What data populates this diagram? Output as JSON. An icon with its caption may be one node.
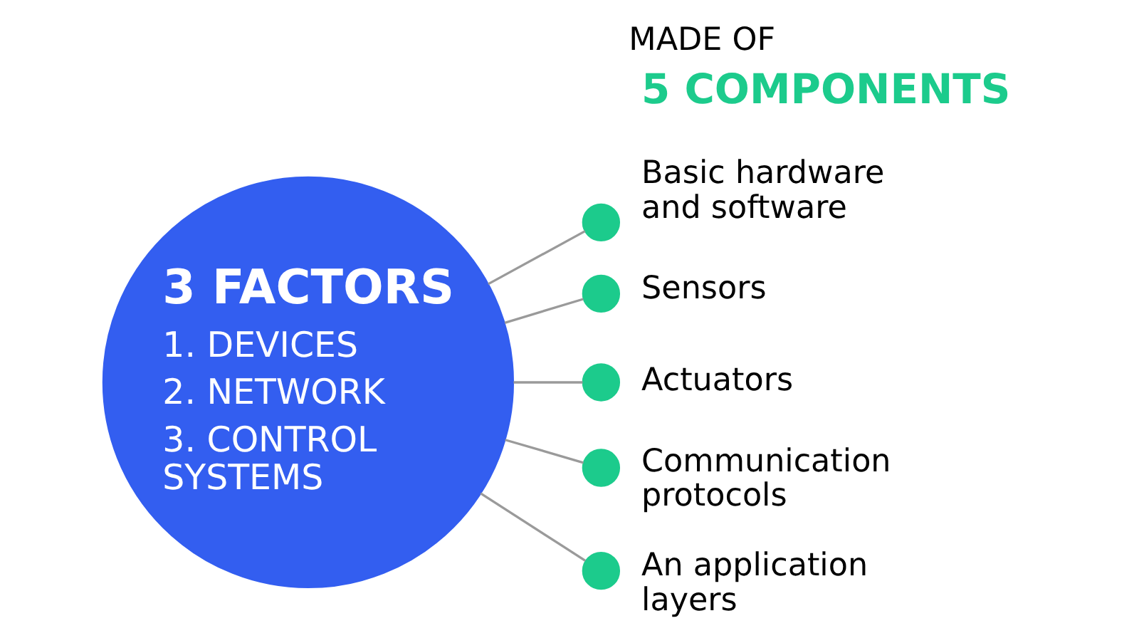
{
  "diagram": {
    "title": "MADE OF",
    "nodes": [
      {
        "text": [
          "3 FACTORS",
          "1. DEVICES",
          "2. NETWORK",
          "3. CONTROL SYSTEMS"
        ]
      },
      {
        "text": [],
        "shape": "circle",
        "beside": [
          "Basic hardware and software"
        ]
      },
      {
        "text": [],
        "shape": "circle",
        "beside": [
          "Sensors"
        ]
      },
      {
        "text": [],
        "shape": "circle",
        "beside": [
          "Actuators"
        ]
      },
      {
        "text": [],
        "shape": "circle",
        "beside": [
          "Communication protocols"
        ]
      },
      {
        "text": [],
        "shape": "circle",
        "beside": [
          "An application layers"
        ]
      }
    ],
    "edges": [
      {
        "from": 0,
        "to": 1,
        "arrow": "none"
      },
      {
        "from": 0,
        "to": 2,
        "arrow": "none"
      },
      {
        "from": 0,
        "to": 3,
        "arrow": "none"
      },
      {
        "from": 0,
        "to": 4,
        "arrow": "none"
      },
      {
        "from": 0,
        "to": 5,
        "arrow": "none"
      }
    ],
    "labels": [
      "5 COMPONENTS"
    ]
  }
}
